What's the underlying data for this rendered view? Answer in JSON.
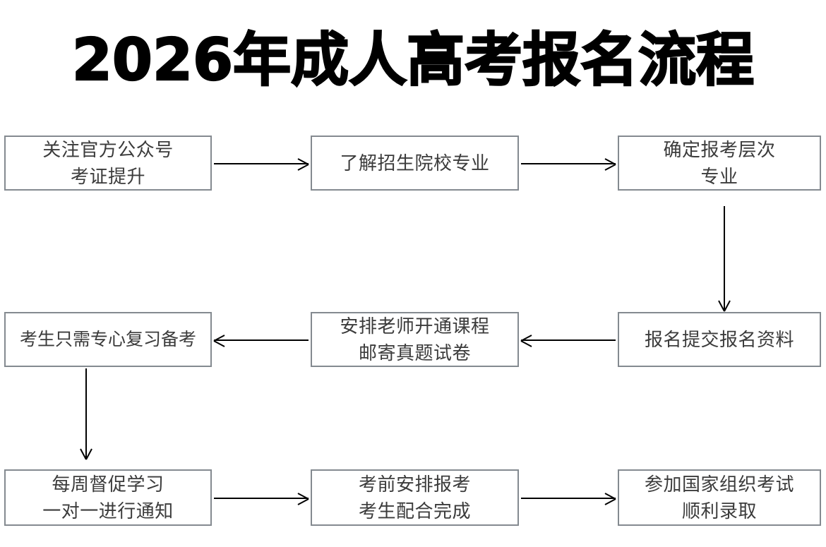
{
  "page": {
    "title": "2026年成人高考报名流程",
    "background_color": "#ffffff",
    "box_border_color": "#848a90",
    "box_text_color": "#3b3b3b",
    "arrow_color": "#000000",
    "title_color": "#000000"
  },
  "flowchart": {
    "type": "process-flow",
    "columns": 3,
    "rows": 3,
    "nodes": [
      {
        "id": "n1",
        "row": 1,
        "column": 1,
        "lines": [
          "关注官方公众号",
          "考证提升"
        ]
      },
      {
        "id": "n2",
        "row": 1,
        "column": 2,
        "lines": [
          "了解招生院校专业"
        ]
      },
      {
        "id": "n3",
        "row": 1,
        "column": 3,
        "lines": [
          "确定报考层次",
          "专业"
        ]
      },
      {
        "id": "n4",
        "row": 2,
        "column": 3,
        "lines": [
          "报名提交报名资料"
        ]
      },
      {
        "id": "n5",
        "row": 2,
        "column": 2,
        "lines": [
          "安排老师开通课程",
          "邮寄真题试卷"
        ]
      },
      {
        "id": "n6",
        "row": 2,
        "column": 1,
        "lines": [
          "考生只需专心复习备考"
        ]
      },
      {
        "id": "n7",
        "row": 3,
        "column": 1,
        "lines": [
          "每周督促学习",
          "一对一进行通知"
        ]
      },
      {
        "id": "n8",
        "row": 3,
        "column": 2,
        "lines": [
          "考前安排报考",
          "考生配合完成"
        ]
      },
      {
        "id": "n9",
        "row": 3,
        "column": 3,
        "lines": [
          "参加国家组织考试",
          "顺利录取"
        ]
      }
    ],
    "connectors": [
      {
        "id": "c1",
        "from": "n1",
        "to": "n2",
        "direction": "right"
      },
      {
        "id": "c2",
        "from": "n2",
        "to": "n3",
        "direction": "right"
      },
      {
        "id": "c3",
        "from": "n3",
        "to": "n4",
        "direction": "down"
      },
      {
        "id": "c4",
        "from": "n4",
        "to": "n5",
        "direction": "left"
      },
      {
        "id": "c5",
        "from": "n5",
        "to": "n6",
        "direction": "left"
      },
      {
        "id": "c6",
        "from": "n6",
        "to": "n7",
        "direction": "down"
      },
      {
        "id": "c7",
        "from": "n7",
        "to": "n8",
        "direction": "right"
      },
      {
        "id": "c8",
        "from": "n8",
        "to": "n9",
        "direction": "right"
      }
    ]
  }
}
